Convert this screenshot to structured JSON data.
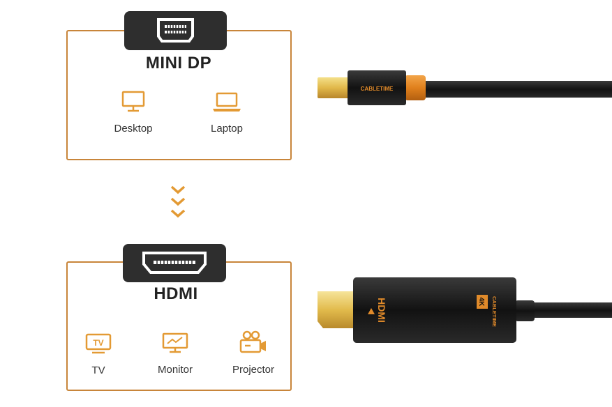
{
  "colors": {
    "accent": "#c8853a",
    "icon": "#e39a34",
    "tab": "#2e2e2e",
    "cable": "#1a1a1a",
    "gold": "#e8c65a"
  },
  "top_panel": {
    "title": "MINI DP",
    "port_icon": "mini-displayport-icon",
    "devices": [
      {
        "label": "Desktop",
        "icon": "desktop-icon"
      },
      {
        "label": "Laptop",
        "icon": "laptop-icon"
      }
    ]
  },
  "bottom_panel": {
    "title": "HDMI",
    "port_icon": "hdmi-port-icon",
    "devices": [
      {
        "label": "TV",
        "icon": "tv-icon"
      },
      {
        "label": "Monitor",
        "icon": "monitor-icon"
      },
      {
        "label": "Projector",
        "icon": "projector-icon"
      }
    ]
  },
  "direction_icon": "chevrons-down-icon",
  "cables": {
    "mini_dp_brand": "CABLETIME",
    "hdmi_brand": "CABLETIME",
    "hdmi_logo": "HDMI",
    "hdmi_badge": "4K"
  },
  "tv_icon_text": "TV"
}
